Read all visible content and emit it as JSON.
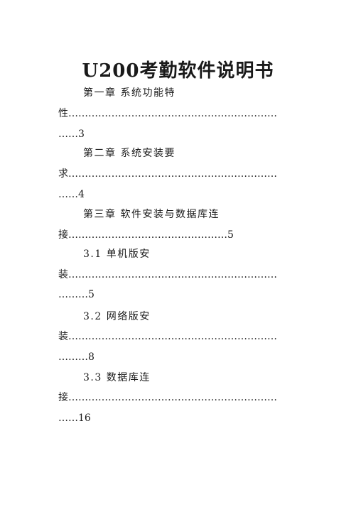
{
  "document": {
    "title": "U200考勤软件说明书",
    "toc": [
      {
        "heading": "第一章  系统功能特",
        "lead_char": "性",
        "lead_dots": "………………………………………………………",
        "tail": "……3"
      },
      {
        "heading": "第二章  系统安装要",
        "lead_char": "求",
        "lead_dots": "………………………………………………………",
        "tail": "……4"
      },
      {
        "heading": "第三章  软件安装与数据库连",
        "lead_char": "接",
        "lead_dots": "…………………………………………5",
        "tail": ""
      },
      {
        "heading": "3.1  单机版安",
        "lead_char": "装",
        "lead_dots": "………………………………………………………",
        "tail": "………5"
      },
      {
        "heading": "3.2  网络版安",
        "lead_char": "装",
        "lead_dots": "………………………………………………………",
        "tail": "………8"
      },
      {
        "heading": "3.3  数据库连",
        "lead_char": "接",
        "lead_dots": "………………………………………………………",
        "tail": "……16"
      }
    ]
  }
}
